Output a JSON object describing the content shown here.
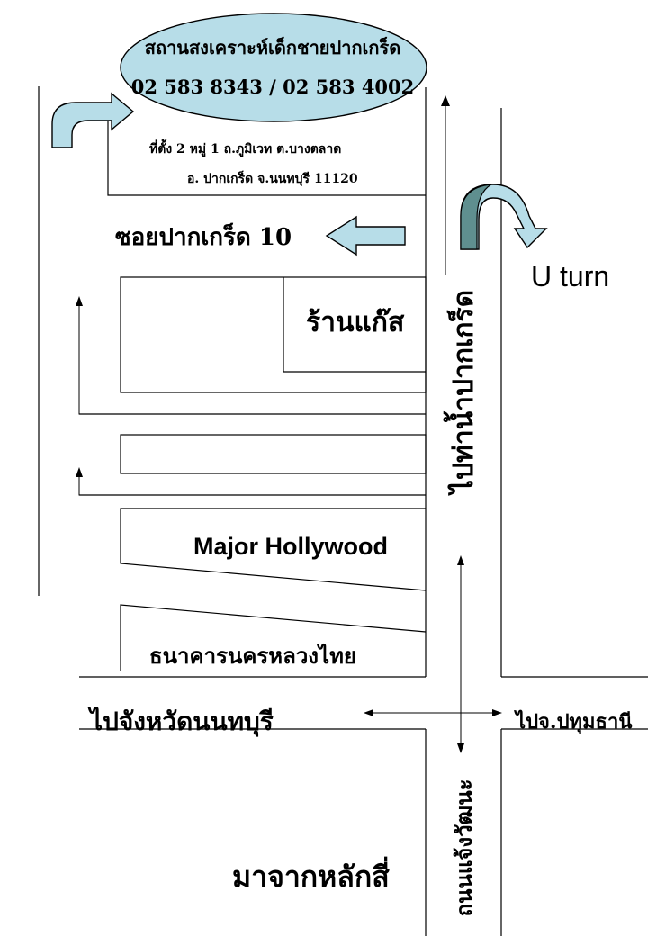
{
  "colors": {
    "oval_fill": "#b7dde8",
    "arrow_fill": "#b7dde8",
    "uturn_dark": "#5f8f8f",
    "line": "#000000",
    "background": "#ffffff"
  },
  "sign": {
    "name": "สถานสงเคราะห์เด็กชายปากเกร็ด",
    "phones": "02 583 8343 / 02 583 4002"
  },
  "address": {
    "line1": "ที่ตั้ง  2 หมู่ 1 ถ.ภูมิเวท ต.บางตลาด",
    "line2": "อ. ปากเกร็ด จ.นนทบุรี 11120"
  },
  "labels": {
    "soi": "ซอยปากเกร็ด  10",
    "gas_shop": "ร้านแก๊ส",
    "major": "Major Hollywood",
    "bank": "ธนาคารนครหลวงไทย",
    "to_pier": "ไปท่าน้ำปากเกร็ด",
    "u_turn": "U turn",
    "to_nonthaburi": "ไปจังหวัดนนทบุรี",
    "to_pathum": "ไปจ.ปทุมธานี",
    "chaeng_road": "ถนนแจ้งวัฒนะ",
    "from_laksi": "มาจากหลักสี่"
  },
  "icons": [
    "curved-arrow-icon",
    "left-block-arrow-icon",
    "u-turn-arrow-icon",
    "up-arrow-icon",
    "double-arrow-icon"
  ]
}
